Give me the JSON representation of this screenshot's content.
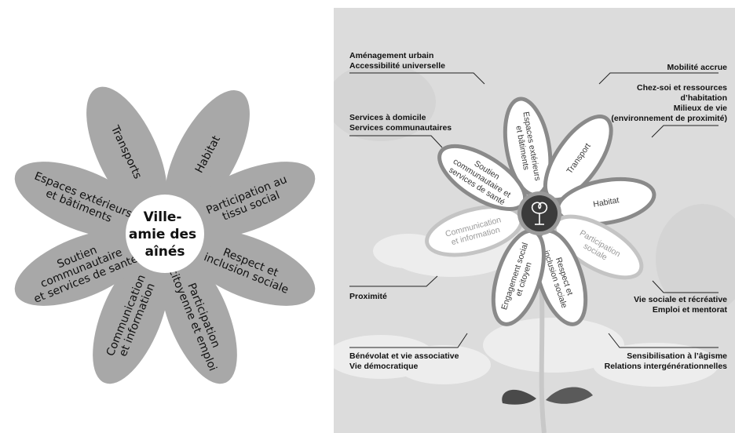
{
  "left_diagram": {
    "center_lines": [
      "Ville-",
      "amie des",
      "aînés"
    ],
    "petals": [
      {
        "id": "transports",
        "lines": [
          "Transports"
        ]
      },
      {
        "id": "habitat",
        "lines": [
          "Habitat"
        ]
      },
      {
        "id": "participation",
        "lines": [
          "Participation au",
          "tissu social"
        ]
      },
      {
        "id": "respect",
        "lines": [
          "Respect et",
          "inclusion sociale"
        ]
      },
      {
        "id": "citoyenne",
        "lines": [
          "Participation",
          "citoyenne et emploi"
        ]
      },
      {
        "id": "communication",
        "lines": [
          "Communication",
          "et information"
        ]
      },
      {
        "id": "soutien",
        "lines": [
          "Soutien",
          "communautaire",
          "et services de santé"
        ]
      },
      {
        "id": "espaces",
        "lines": [
          "Espaces extérieurs",
          "et bâtiments"
        ]
      }
    ]
  },
  "right_diagram": {
    "petals": [
      {
        "id": "espaces",
        "lines": [
          "Espaces extérieurs",
          "et bâtiments"
        ]
      },
      {
        "id": "transport",
        "lines": [
          "Transport"
        ]
      },
      {
        "id": "habitat",
        "lines": [
          "Habitat"
        ]
      },
      {
        "id": "participation",
        "lines": [
          "Participation",
          "sociale"
        ]
      },
      {
        "id": "respect",
        "lines": [
          "Respect et",
          "inclusion sociale"
        ]
      },
      {
        "id": "engagement",
        "lines": [
          "Engagement social",
          "et citoyen"
        ]
      },
      {
        "id": "communication",
        "lines": [
          "Communication",
          "et information"
        ]
      },
      {
        "id": "soutien",
        "lines": [
          "Soutien",
          "communautaire et",
          "services de santé"
        ]
      }
    ],
    "callouts": {
      "amenagement": [
        "Aménagement urbain",
        "Accessibilité universelle"
      ],
      "services": [
        "Services à domicile",
        "Services communautaires"
      ],
      "proximite": [
        "Proximité"
      ],
      "benevolat": [
        "Bénévolat et vie associative",
        "Vie démocratique"
      ],
      "mobilite": [
        "Mobilité accrue"
      ],
      "chezsoi": [
        "Chez-soi et ressources",
        "d’habitation",
        "Milieux de vie",
        "(environnement de proximité)"
      ],
      "viesociale": [
        "Vie sociale et récréative",
        "Emploi et mentorat"
      ],
      "sensibilisation": [
        "Sensibilisation à l’âgisme",
        "Relations intergénérationnelles"
      ]
    }
  },
  "colors": {
    "left_petal": "#a8a8a8",
    "right_background": "#dcdcdc",
    "right_petal_fill": "#ffffff",
    "right_petal_stroke": "#8a8a8a",
    "right_center": "#3b3b3b"
  }
}
